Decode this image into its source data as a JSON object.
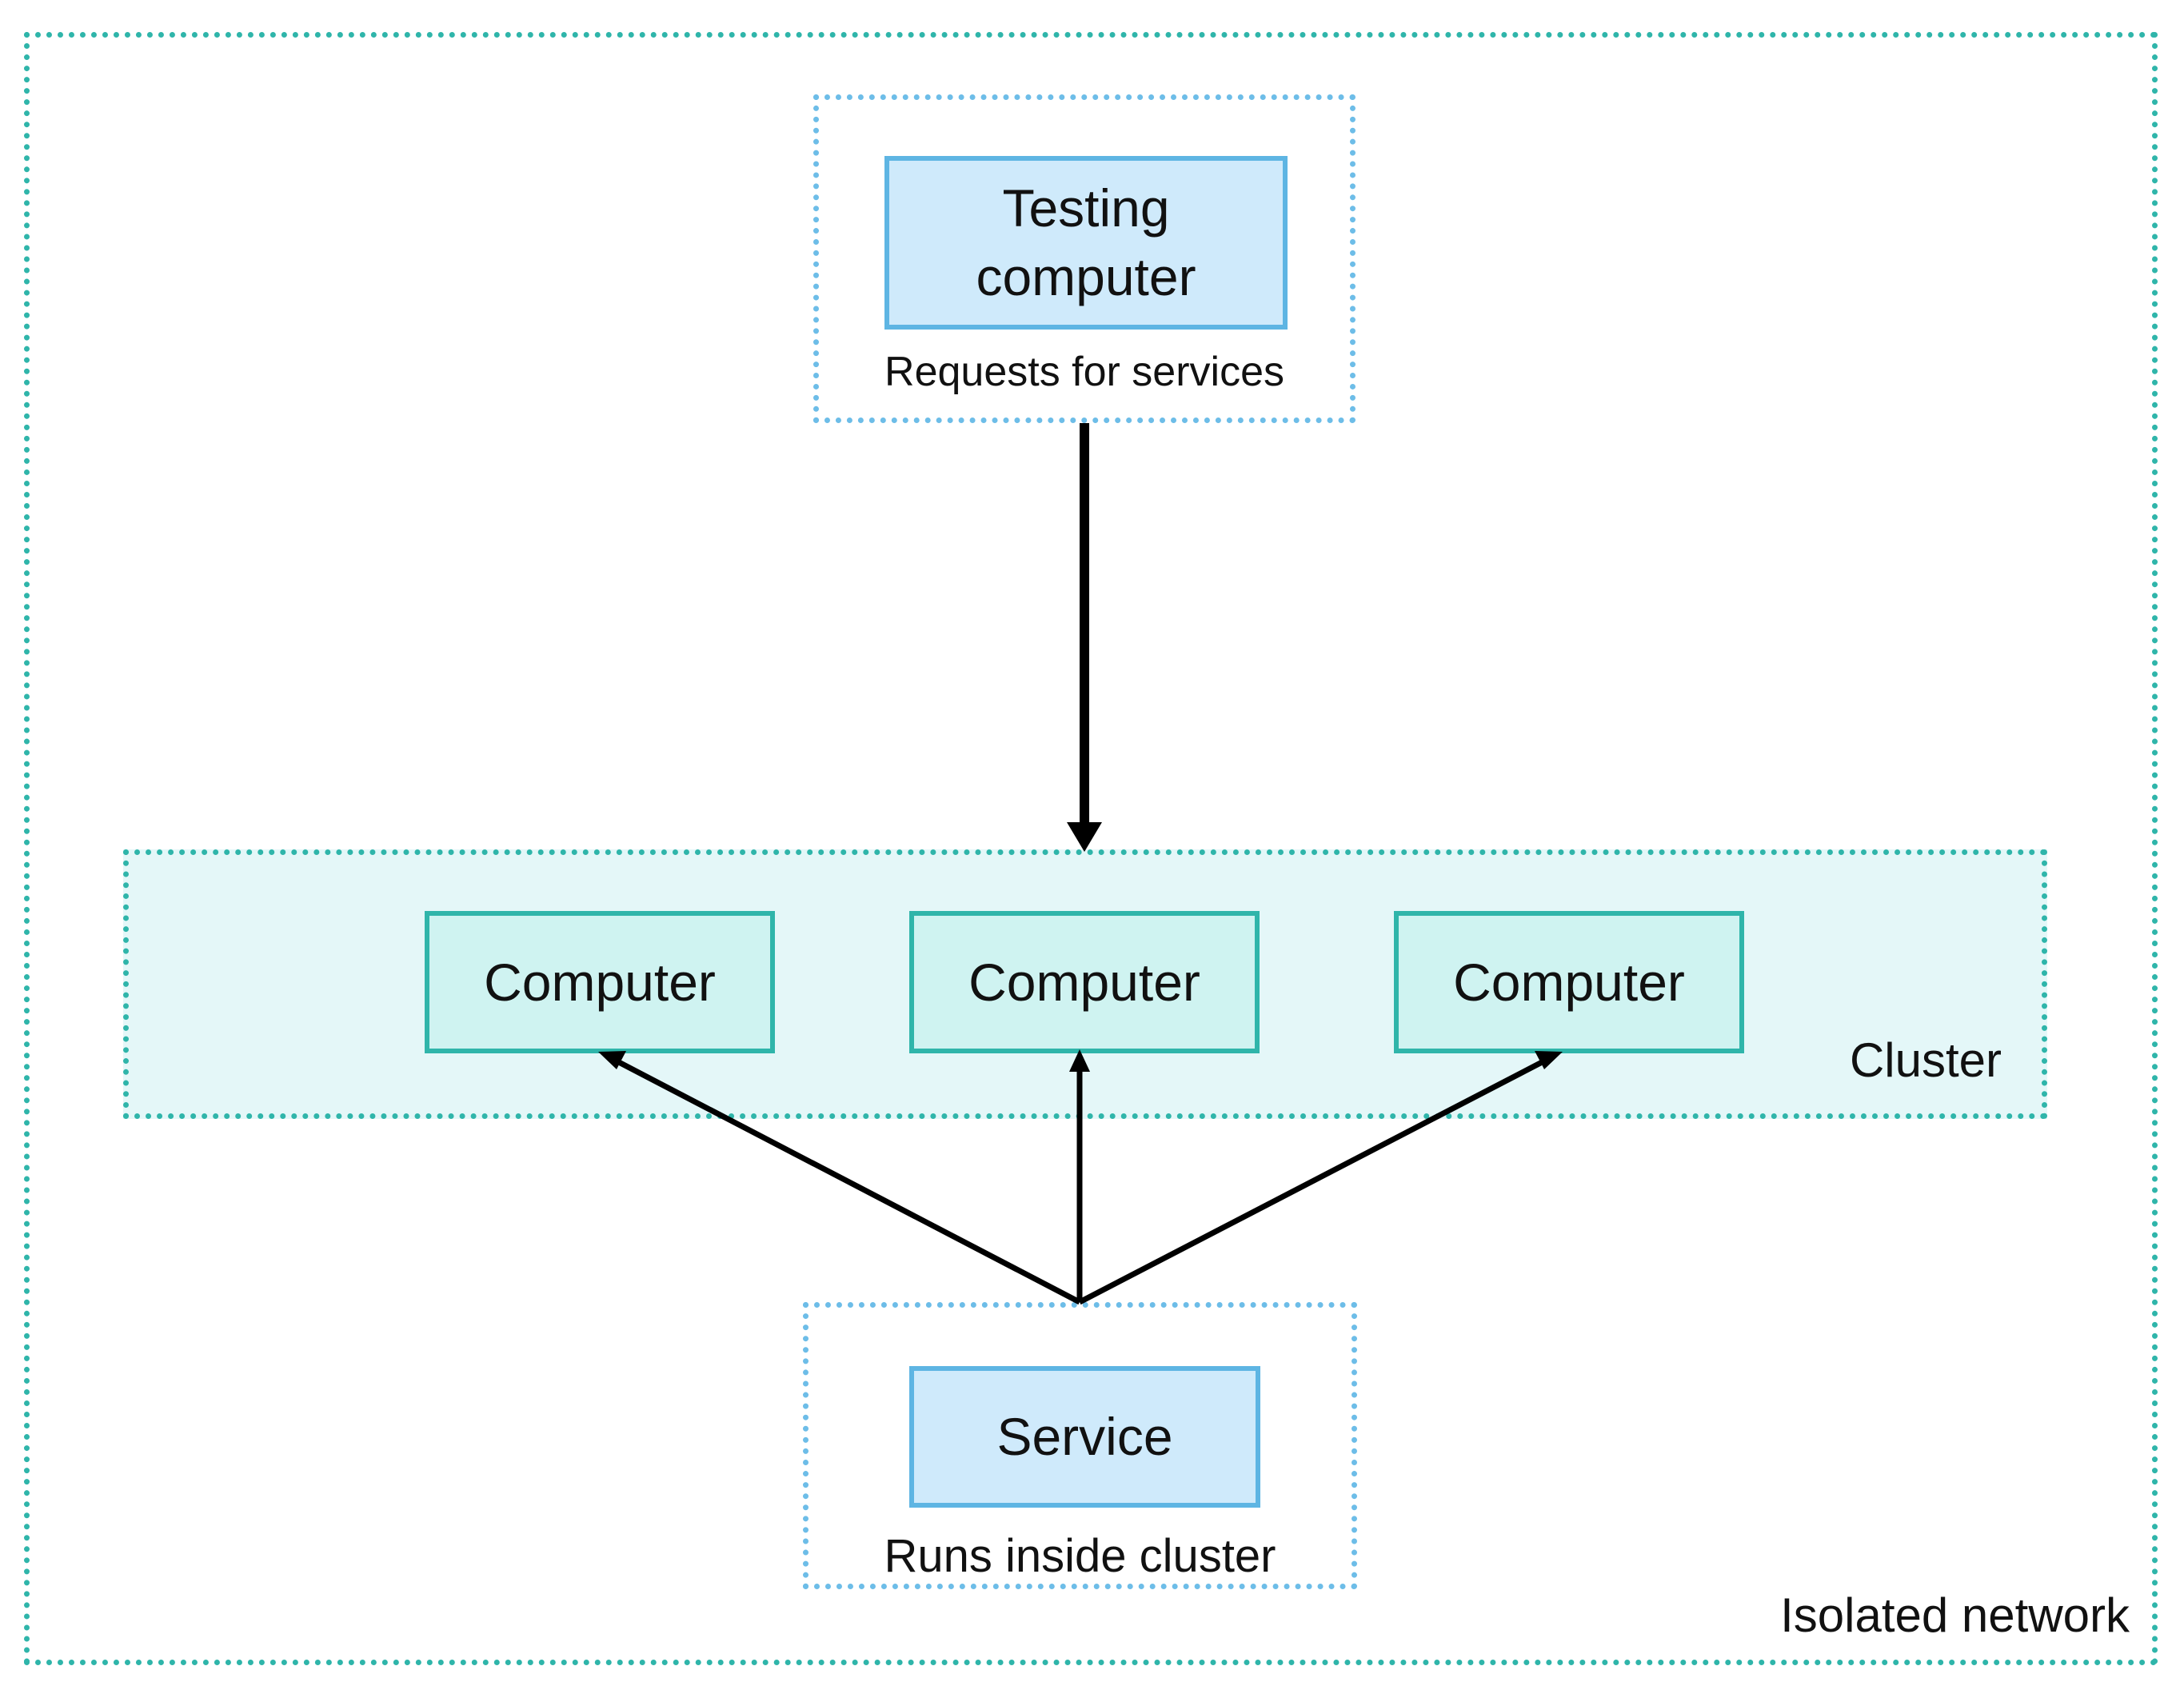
{
  "network": {
    "label": "Isolated network"
  },
  "testing": {
    "node_label": "Testing computer",
    "caption": "Requests for services"
  },
  "cluster": {
    "label": "Cluster",
    "computers": [
      "Computer",
      "Computer",
      "Computer"
    ]
  },
  "service": {
    "node_label": "Service",
    "caption": "Runs inside cluster"
  },
  "colors": {
    "teal_border": "#2fb5aa",
    "blue_border": "#6dbde8",
    "blue_fill": "#cfeafb",
    "teal_fill": "#cff3f1",
    "cluster_fill": "#e4f7f8",
    "arrow": "#000000"
  },
  "edges": [
    {
      "from": "Testing computer",
      "to": "Cluster"
    },
    {
      "from": "Service",
      "to": "Computer 1"
    },
    {
      "from": "Service",
      "to": "Computer 2"
    },
    {
      "from": "Service",
      "to": "Computer 3"
    }
  ]
}
